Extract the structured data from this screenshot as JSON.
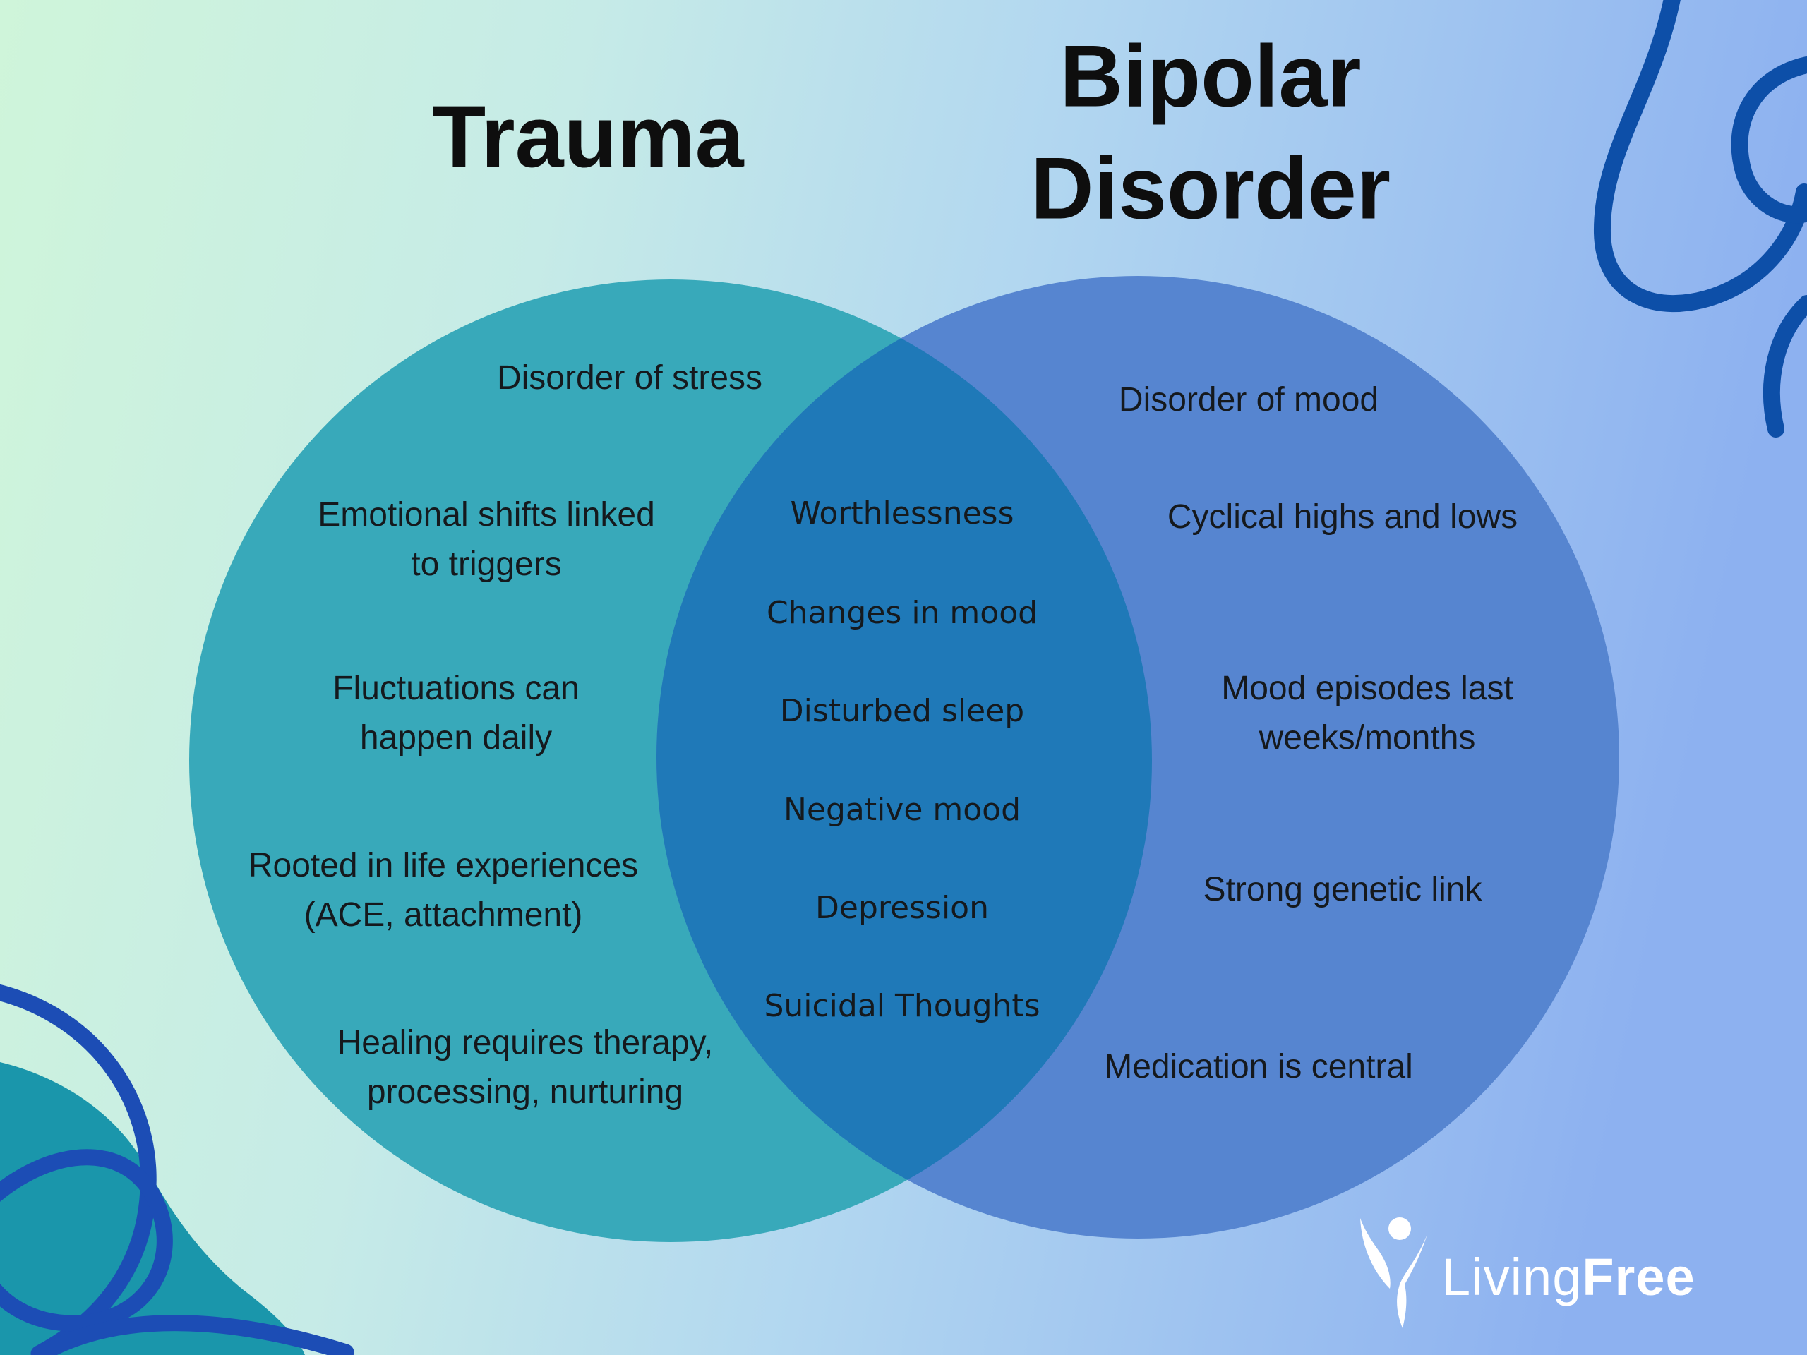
{
  "diagram": {
    "type": "venn",
    "left_title": "Trauma",
    "right_title": "Bipolar Disorder",
    "left_items": [
      "Disorder of stress",
      "Emotional shifts linked to triggers",
      "Fluctuations can happen daily",
      "Rooted in life experiences (ACE, attachment)",
      "Healing requires therapy, processing, nurturing"
    ],
    "shared_items": [
      "Worthlessness",
      "Changes in mood",
      "Disturbed sleep",
      "Negative mood",
      "Depression",
      "Suicidal Thoughts"
    ],
    "right_items": [
      "Disorder of mood",
      "Cyclical highs and lows",
      "Mood episodes last weeks/months",
      "Strong genetic link",
      "Medication is central"
    ]
  },
  "logo": {
    "brand_regular": "Living",
    "brand_bold": "Free",
    "icon": "person-figure-icon"
  },
  "colors": {
    "bg_left": "#cff5da",
    "bg_mid1": "#c6ebe7",
    "bg_mid2": "#b2d7f0",
    "bg_right": "#8db1f0",
    "left_circle": "#38a9ba",
    "right_circle": "#5685d0",
    "overlap": "#1f79b8",
    "corner_blob": "#1a96ab",
    "scribble": "#1c4db5",
    "squiggle": "#0d4fa8",
    "title_text": "#0e0e0e",
    "item_text": "#15191d",
    "logo_text": "#ffffff"
  }
}
